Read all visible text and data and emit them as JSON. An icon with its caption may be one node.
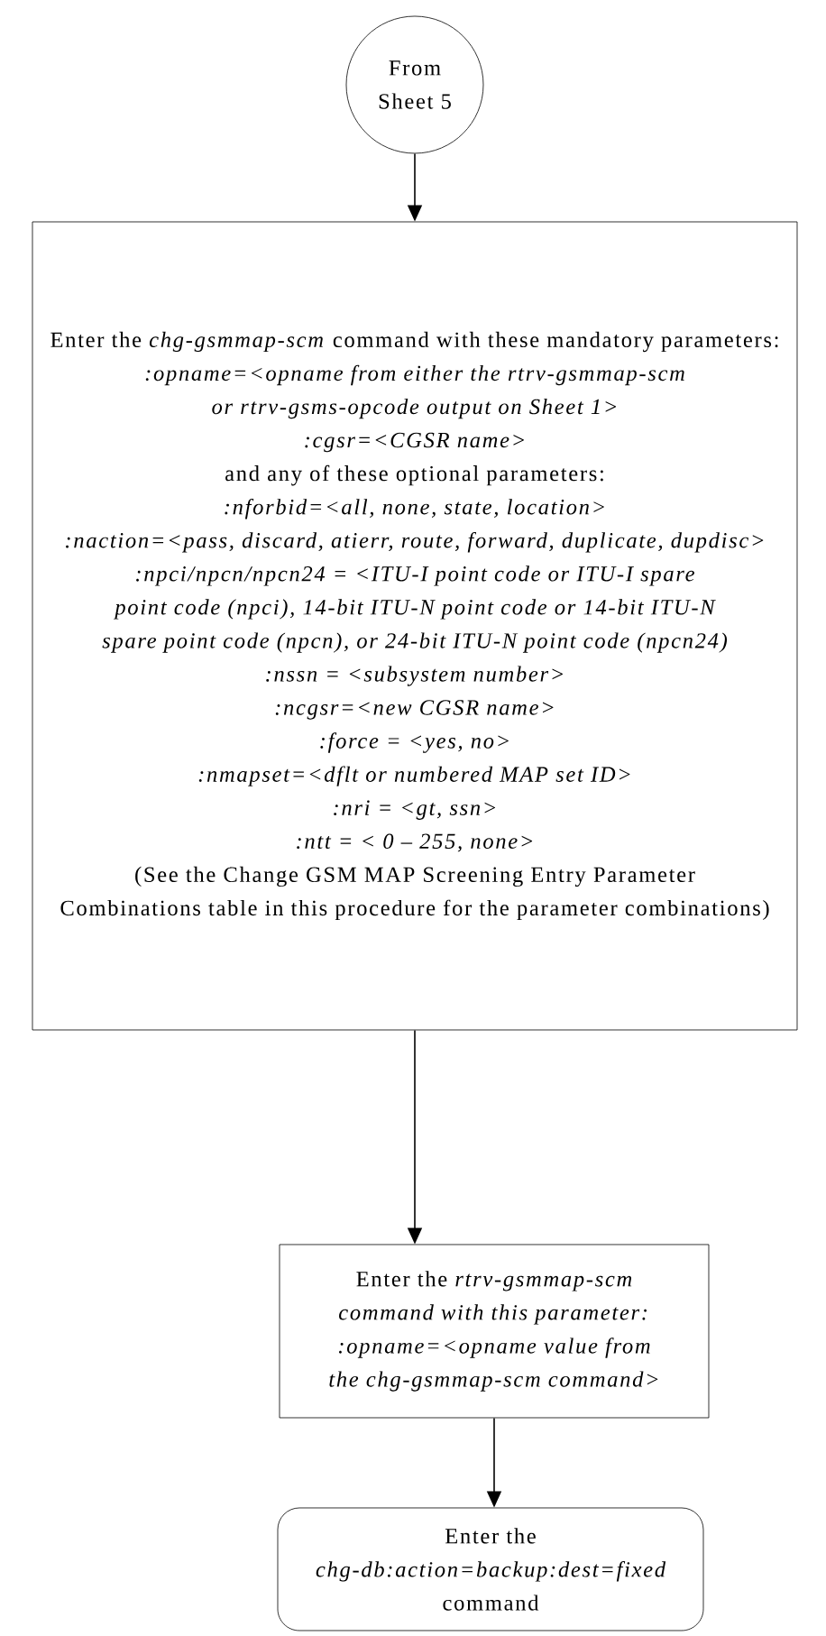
{
  "diagram": {
    "nodes": [
      {
        "text": [
          "From Sheet 5"
        ]
      },
      {
        "text": [
          "Enter the *chg-gsmmap-scm* command with these mandatory parameters:",
          ":opname=<opname from either the rtrv-gsmmap-scm or rtrv-gsms-opcode output on Sheet 1>",
          ":cgsr=<CGSR name>",
          "and any of these optional parameters:",
          ":nforbid=<all, none, state, location>",
          ":naction=<pass, discard, atierr, route, forward, duplicate, dupdisc>",
          ":npci/npcn/npcn24 = <ITU-I point code or ITU-I spare point code (npci), 14-bit ITU-N point code or 14-bit ITU-N spare point code (npcn), or 24-bit ITU-N point code (npcn24)",
          ":nssn = <subsystem number>",
          ":ncgsr=<new CGSR name>",
          ":force = <yes, no>",
          ":nmapset=<dflt or numbered MAP set ID>",
          ":nri = <gt, ssn>",
          ":ntt = < 0 – 255, none>",
          "(See the Change GSM MAP Screening Entry Parameter Combinations table in this procedure for the parameter combinations)"
        ]
      },
      {
        "text": [
          "Enter the *rtrv-gsmmap-scm command with this parameter:*",
          ":opname=<opname value from the chg-gsmmap-scm command>"
        ]
      },
      {
        "text": [
          "Enter the *chg-db:action=backup:dest=fixed* command"
        ]
      }
    ],
    "edges": [
      {
        "from": 0,
        "to": 1,
        "arrow": "to"
      },
      {
        "from": 1,
        "to": 2,
        "arrow": "to"
      },
      {
        "from": 2,
        "to": 3,
        "arrow": "to"
      }
    ]
  }
}
